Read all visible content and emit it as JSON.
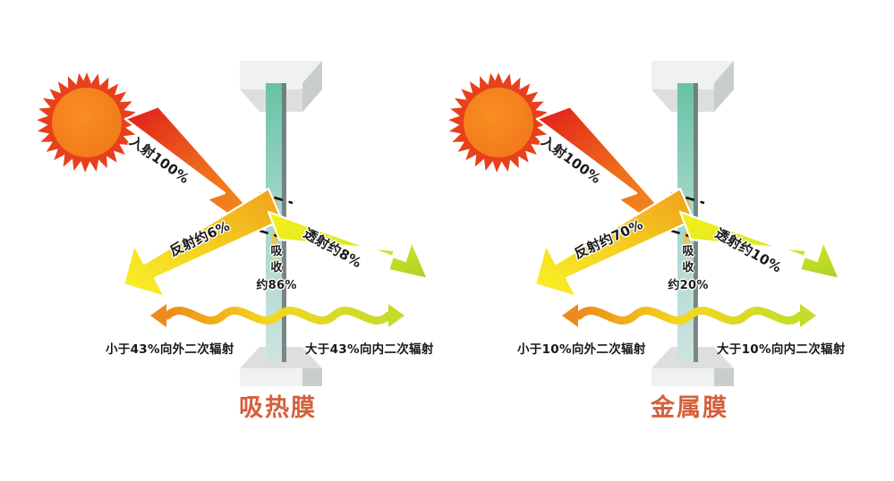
{
  "diagram": {
    "title_text": "",
    "background_color": "#ffffff",
    "colors": {
      "sun_core": "#F5821F",
      "sun_rays": "#E8401C",
      "incident_start": "#E01B1B",
      "incident_end": "#F5921E",
      "reflect_start": "#F0A81C",
      "reflect_end": "#F7F026",
      "transmit_start": "#F3EE1A",
      "transmit_end": "#A8D228",
      "wave_left": "#F08A1C",
      "wave_right": "#C6DC2A",
      "glass_top": "#6BC3A8",
      "glass_bottom": "#CFE3E2",
      "glass_edge": "#5A6461",
      "frame_light": "#F2F3F3",
      "frame_mid": "#DCDEDE",
      "frame_dark": "#C8CBCB",
      "title_color": "#d4603c",
      "text_color": "#1a1a1a",
      "dashed_line": "#111111"
    },
    "panels": [
      {
        "id": "heat-absorbing-film",
        "title": "吸热膜",
        "sun": {
          "name": "sun-icon"
        },
        "arrows": {
          "incident": {
            "label": "入射100%",
            "name": "incident-ray-arrow"
          },
          "reflected": {
            "label": "反射约6%",
            "name": "reflected-ray-arrow"
          },
          "transmitted": {
            "label": "透射约8%",
            "name": "transmitted-ray-arrow"
          },
          "wave_outward": {
            "name": "outward-reradiation-wave"
          },
          "wave_inward": {
            "name": "inward-reradiation-wave"
          }
        },
        "absorption": {
          "label_line1": "吸",
          "label_line2": "收",
          "value": "约86%"
        },
        "radiation_left": "小于43%向外二次辐射",
        "radiation_right": "大于43%向内二次辐射"
      },
      {
        "id": "metallic-film",
        "title": "金属膜",
        "sun": {
          "name": "sun-icon"
        },
        "arrows": {
          "incident": {
            "label": "入射100%",
            "name": "incident-ray-arrow"
          },
          "reflected": {
            "label": "反射约70%",
            "name": "reflected-ray-arrow"
          },
          "transmitted": {
            "label": "透射约10%",
            "name": "transmitted-ray-arrow"
          },
          "wave_outward": {
            "name": "outward-reradiation-wave"
          },
          "wave_inward": {
            "name": "inward-reradiation-wave"
          }
        },
        "absorption": {
          "label_line1": "吸",
          "label_line2": "收",
          "value": "约20%"
        },
        "radiation_left": "小于10%向外二次辐射",
        "radiation_right": "大于10%向内二次辐射"
      }
    ]
  }
}
